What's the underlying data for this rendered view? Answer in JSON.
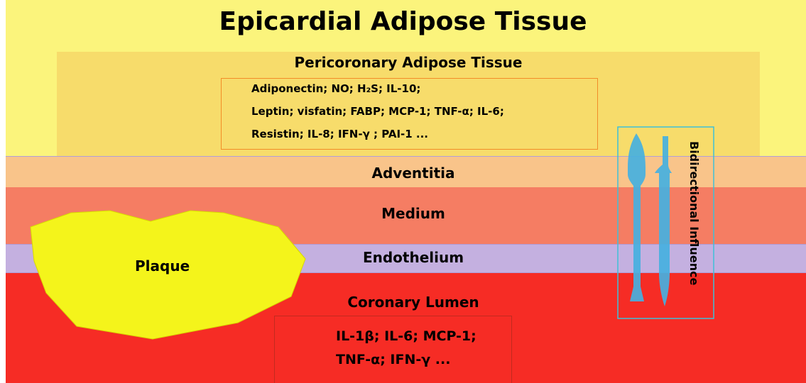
{
  "title": "Epicardial Adipose Tissue",
  "pat": {
    "title": "Pericoronary Adipose Tissue",
    "lines": [
      "Adiponectin; NO; H₂S; IL-10;",
      "Leptin; visfatin; FABP; MCP-1; TNF-α; IL-6;",
      "Resistin; IL-8; IFN-γ ; PAI-1 ..."
    ]
  },
  "layers": {
    "adventitia": "Adventitia",
    "medium": "Medium",
    "endothelium": "Endothelium",
    "lumen": "Coronary Lumen"
  },
  "plaque": "Plaque",
  "lumen_box": {
    "lines": [
      "IL-1β; IL-6; MCP-1;",
      "TNF-α; IFN-γ ..."
    ]
  },
  "influence": "Bidirectional Influence",
  "colors": {
    "eat": "#fbf47c",
    "pat": "#f7dc6b",
    "adventitia": "#f9c48a",
    "medium": "#f57d63",
    "endothelium": "#c4b0e0",
    "lumen": "#f62c25",
    "plaque": "#f4f41b",
    "influence": "#45b0e0"
  }
}
